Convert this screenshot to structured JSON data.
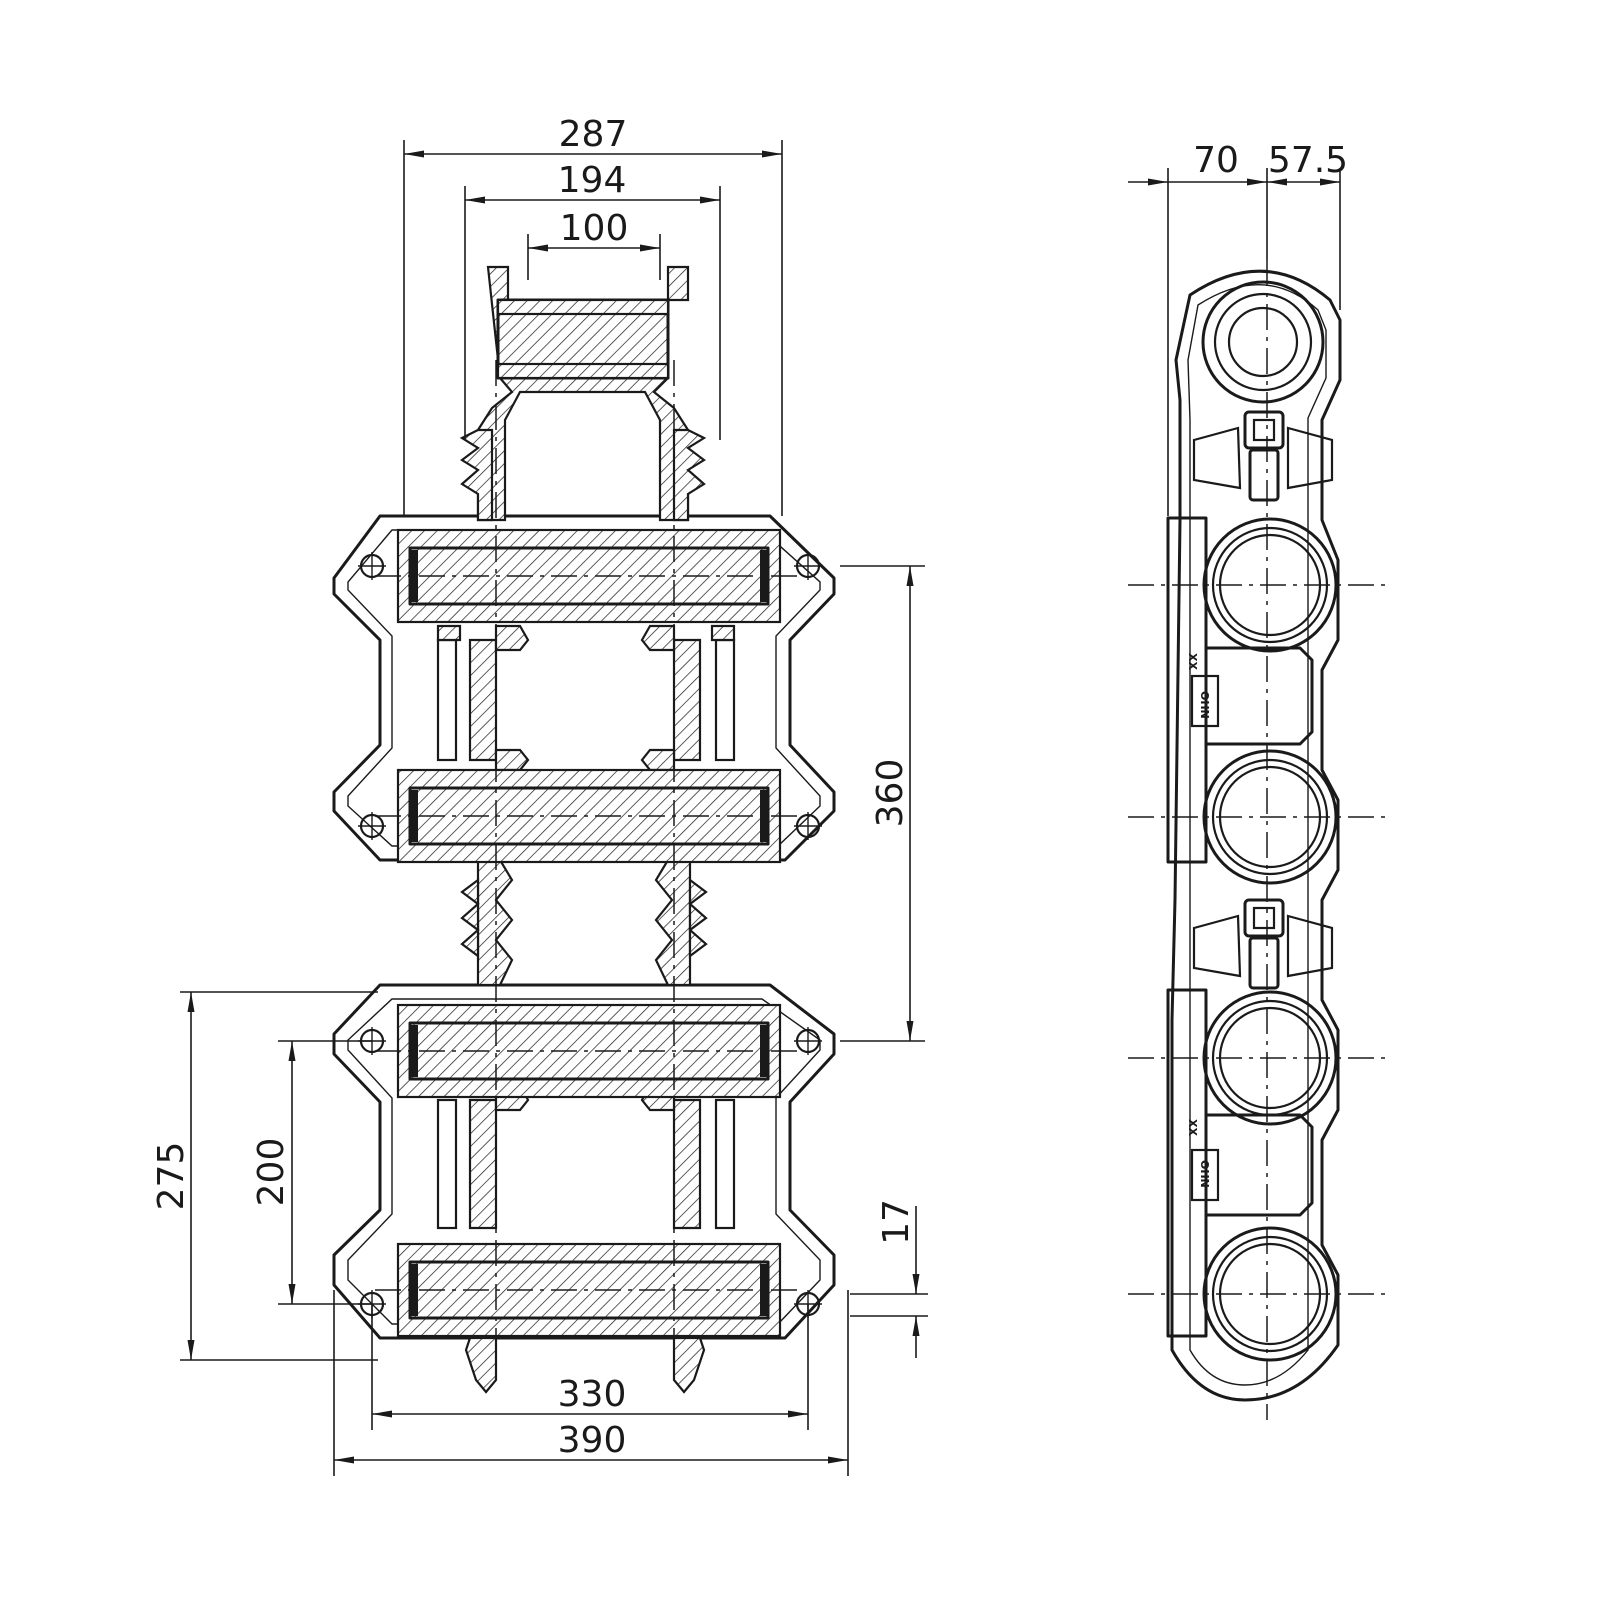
{
  "dimensions": {
    "width_287": "287",
    "width_194": "194",
    "width_100": "100",
    "height_360": "360",
    "height_275": "275",
    "height_200": "200",
    "height_17": "17",
    "width_330": "330",
    "width_390": "390",
    "depth_70": "70",
    "depth_57_5": "57.5"
  },
  "markings": {
    "label_xx": "XX",
    "label_brand": "OHN"
  },
  "colors": {
    "line": "#1a1a1a",
    "background": "#ffffff"
  }
}
